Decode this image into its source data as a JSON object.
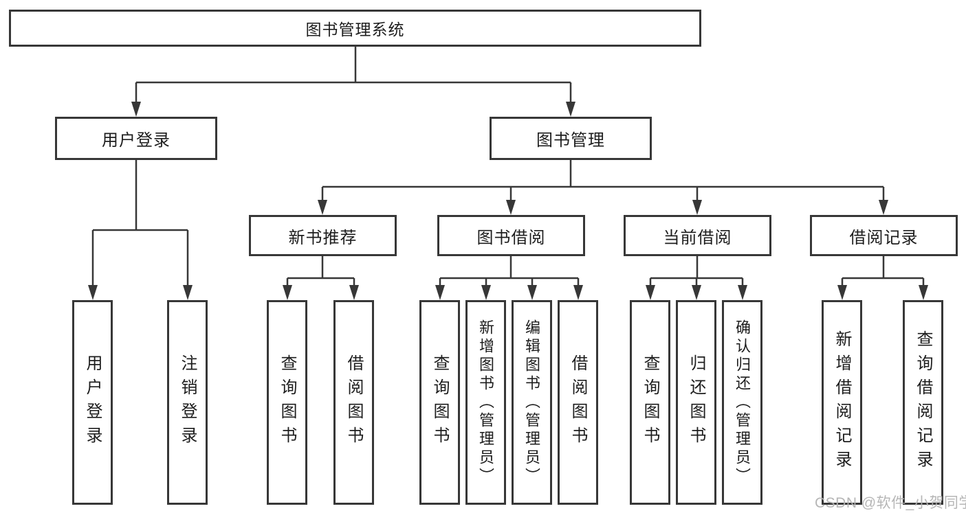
{
  "diagram": {
    "watermark": "CSDN @软件_小贺同学",
    "colors": {
      "line": "#373737",
      "text": "#1d1d1d",
      "box_background": "#ffffff",
      "watermark": "#b2b2b2"
    }
  },
  "nodes": {
    "root": "图书管理系统",
    "user_login": "用户登录",
    "book_mgmt": "图书管理",
    "new_book_rec": "新书推荐",
    "book_borrow": "图书借阅",
    "current_borrow": "当前借阅",
    "borrow_records": "借阅记录",
    "ul_login": "用户登录",
    "ul_logout": "注销登录",
    "nb_query": "查询图书",
    "nb_borrow": "借阅图书",
    "bb_query": "查询图书",
    "bb_add": "新增图书（管理员）",
    "bb_edit": "编辑图书（管理员）",
    "bb_borrow": "借阅图书",
    "cb_query": "查询图书",
    "cb_return": "归还图书",
    "cb_confirm": "确认归还（管理员）",
    "br_add": "新增借阅记录",
    "br_query": "查询借阅记录"
  },
  "tree": {
    "label": "图书管理系统",
    "children": [
      {
        "label": "用户登录",
        "children": [
          {
            "label": "用户登录"
          },
          {
            "label": "注销登录"
          }
        ]
      },
      {
        "label": "图书管理",
        "children": [
          {
            "label": "新书推荐",
            "children": [
              {
                "label": "查询图书"
              },
              {
                "label": "借阅图书"
              }
            ]
          },
          {
            "label": "图书借阅",
            "children": [
              {
                "label": "查询图书"
              },
              {
                "label": "新增图书（管理员）"
              },
              {
                "label": "编辑图书（管理员）"
              },
              {
                "label": "借阅图书"
              }
            ]
          },
          {
            "label": "当前借阅",
            "children": [
              {
                "label": "查询图书"
              },
              {
                "label": "归还图书"
              },
              {
                "label": "确认归还（管理员）"
              }
            ]
          },
          {
            "label": "借阅记录",
            "children": [
              {
                "label": "新增借阅记录"
              },
              {
                "label": "查询借阅记录"
              }
            ]
          }
        ]
      }
    ]
  }
}
